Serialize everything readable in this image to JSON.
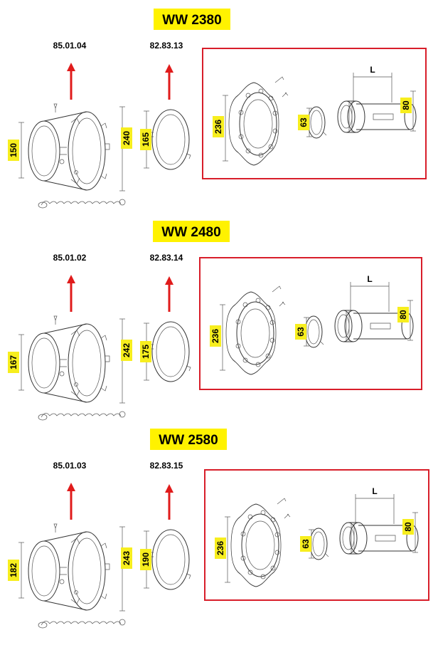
{
  "colors": {
    "badge": "#fff200",
    "arrow": "#e01b1b",
    "frame": "#d81e2a",
    "dim_label": "#f7ee1e"
  },
  "sections": [
    {
      "title": "WW 2380",
      "part_left": "85.01.04",
      "part_right": "82.83.13",
      "dims": {
        "inlet": "150",
        "outer": "240",
        "ring": "165",
        "kit_outer": "236",
        "kit_clamp": "63",
        "kit_tube": "80",
        "kit_len": "L"
      }
    },
    {
      "title": "WW 2480",
      "part_left": "85.01.02",
      "part_right": "82.83.14",
      "dims": {
        "inlet": "167",
        "outer": "242",
        "ring": "175",
        "kit_outer": "236",
        "kit_clamp": "63",
        "kit_tube": "80",
        "kit_len": "L"
      }
    },
    {
      "title": "WW 2580",
      "part_left": "85.01.03",
      "part_right": "82.83.15",
      "dims": {
        "inlet": "182",
        "outer": "243",
        "ring": "190",
        "kit_outer": "236",
        "kit_clamp": "63",
        "kit_tube": "80",
        "kit_len": "L"
      }
    }
  ]
}
